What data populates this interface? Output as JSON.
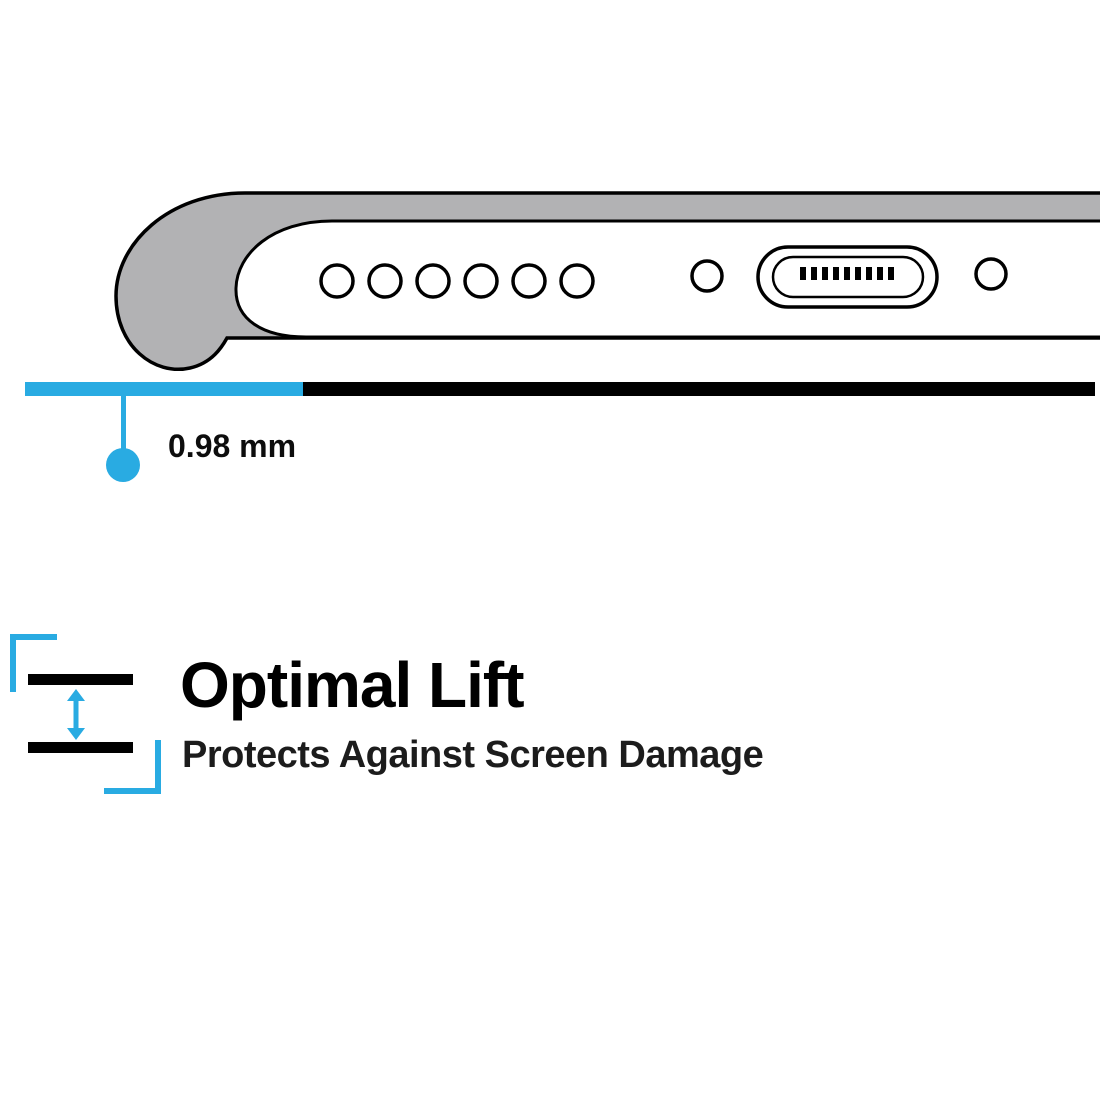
{
  "page": {
    "type": "product-feature-diagram",
    "background": "#ffffff"
  },
  "colors": {
    "accent_cyan": "#29ABE2",
    "case_gray": "#b2b2b4",
    "outline_black": "#000000",
    "text_black": "#0d0d0d"
  },
  "measurement": {
    "label": "0.98 mm"
  },
  "feature": {
    "title": "Optimal Lift",
    "subtitle": "Protects Against Screen Damage"
  },
  "diagram": {
    "speaker_hole_count": 6,
    "port_pin_count": 9,
    "icon_names": [
      "phone-bottom-edge-icon",
      "speaker-hole-icon",
      "charging-port-icon",
      "screw-hole-icon",
      "lift-gap-bar-icon",
      "measurement-pointer-icon",
      "lift-plates-icon",
      "double-arrow-icon",
      "corner-bracket-icon"
    ]
  }
}
